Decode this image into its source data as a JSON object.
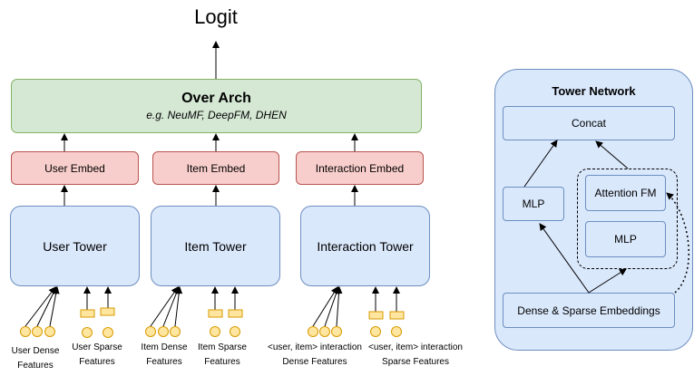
{
  "logit": "Logit",
  "over_arch": {
    "title": "Over Arch",
    "subtitle": "e.g. NeuMF, DeepFM, DHEN"
  },
  "embeds": {
    "user": "User Embed",
    "item": "Item Embed",
    "interaction": "Interaction Embed"
  },
  "towers": {
    "user": "User Tower",
    "item": "Item Tower",
    "interaction": "Interaction Tower"
  },
  "features": {
    "user_dense": [
      "User Dense",
      "Features"
    ],
    "user_sparse": [
      "User Sparse",
      "Features"
    ],
    "item_dense": [
      "Item Dense",
      "Features"
    ],
    "item_sparse": [
      "Item Sparse",
      "Features"
    ],
    "inter_dense": [
      "<user, item> interaction",
      "Dense Features"
    ],
    "inter_sparse": [
      "<user, item> interaction",
      "Sparse Features"
    ]
  },
  "tower_network": {
    "title": "Tower Network",
    "concat": "Concat",
    "mlp_left": "MLP",
    "attention_fm": "Attention FM",
    "mlp_right": "MLP",
    "embeddings": "Dense & Sparse Embeddings"
  },
  "colors": {
    "over_arch_fill": "#d5e8d4",
    "embed_fill": "#f8cecc",
    "tower_fill": "#dae8fc",
    "dense_feature_fill": "#ffe6a0",
    "sparse_feature_fill": "#ffe6a0"
  }
}
